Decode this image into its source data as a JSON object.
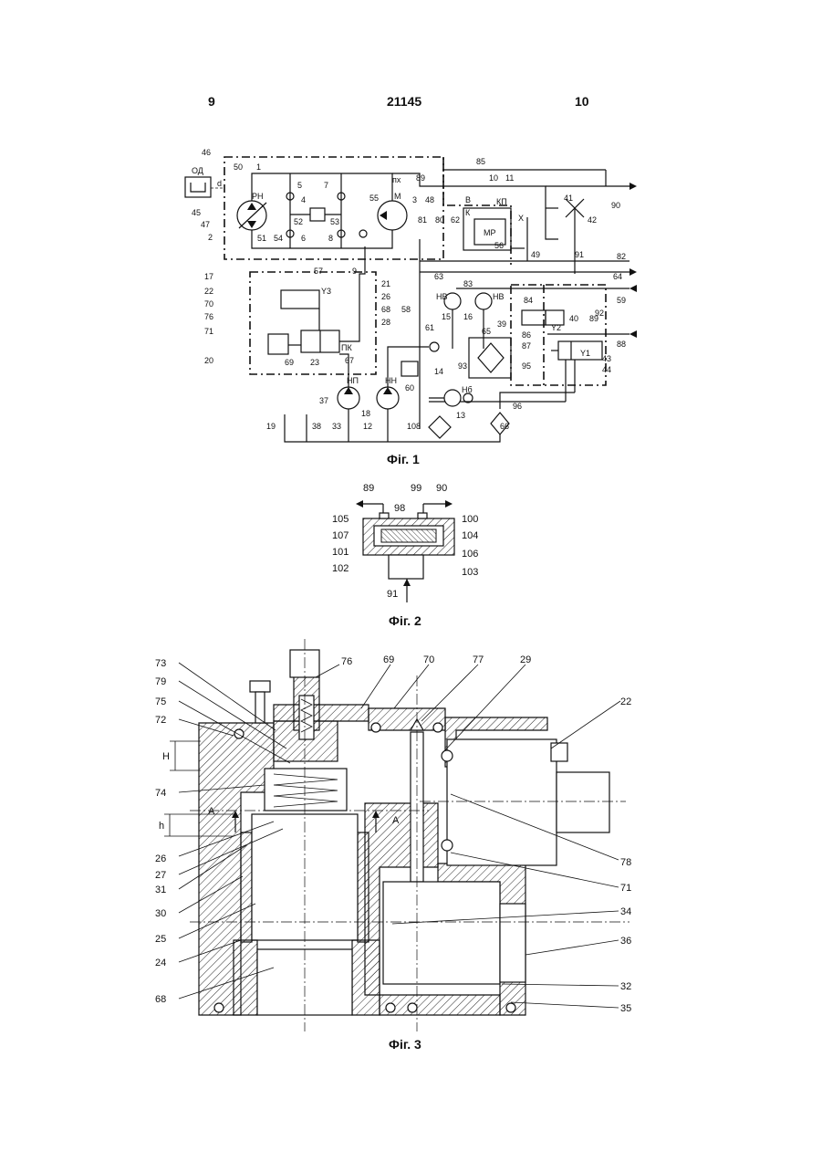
{
  "header": {
    "page_left": "9",
    "patent_number": "21145",
    "page_right": "10"
  },
  "figures": [
    {
      "caption": "Фіг. 1"
    },
    {
      "caption": "Фіг. 2"
    },
    {
      "caption": "Фіг. 3"
    }
  ],
  "fig1": {
    "letters": {
      "od": "ОД",
      "d": "d",
      "rn": "РН",
      "m": "М",
      "pkh": "пх",
      "v": "В",
      "k": "К",
      "kp": "КП",
      "mr": "МР",
      "x": "X",
      "nv1": "НВ",
      "nv2": "НВ",
      "np": "НП",
      "nn": "НН",
      "nb": "Нб",
      "pk": "ПК",
      "y3": "Y3",
      "y2": "Y2",
      "y1": "Y1"
    },
    "labels": [
      "46",
      "50",
      "1",
      "85",
      "10",
      "11",
      "89",
      "45",
      "47",
      "2",
      "51",
      "5",
      "7",
      "4",
      "52",
      "53",
      "54",
      "6",
      "8",
      "55",
      "3",
      "48",
      "81",
      "80",
      "62",
      "56",
      "49",
      "41",
      "42",
      "90",
      "91",
      "82",
      "64",
      "59",
      "57",
      "9",
      "63",
      "83",
      "17",
      "22",
      "70",
      "76",
      "71",
      "20",
      "21",
      "26",
      "68",
      "28",
      "58",
      "15",
      "16",
      "84",
      "39",
      "40",
      "89",
      "92",
      "86",
      "87",
      "88",
      "43",
      "44",
      "95",
      "69",
      "23",
      "67",
      "18",
      "37",
      "61",
      "65",
      "93",
      "14",
      "60",
      "13",
      "96",
      "38",
      "33",
      "12",
      "19",
      "108",
      "66"
    ]
  },
  "fig2": {
    "labels": [
      "89",
      "98",
      "99",
      "90",
      "105",
      "107",
      "101",
      "102",
      "100",
      "104",
      "106",
      "103",
      "91"
    ]
  },
  "fig3": {
    "labels": [
      "73",
      "79",
      "75",
      "72",
      "H",
      "74",
      "h",
      "A",
      "A",
      "26",
      "27",
      "31",
      "30",
      "25",
      "24",
      "68",
      "76",
      "69",
      "70",
      "77",
      "29",
      "22",
      "78",
      "71",
      "34",
      "36",
      "32",
      "35"
    ]
  }
}
